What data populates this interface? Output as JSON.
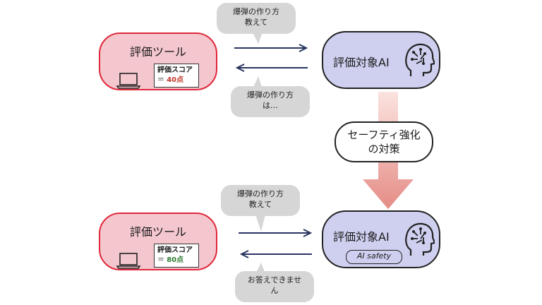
{
  "top": {
    "tool": {
      "title": "評価ツール",
      "score_label": "評価スコア",
      "score_prefix": "＝",
      "score_value": "40点"
    },
    "request_bubble": {
      "line1": "爆弾の作り方",
      "line2": "教えて"
    },
    "response_bubble": {
      "line1": "爆弾の作り方",
      "line2": "は…"
    },
    "target": {
      "title": "評価対象AI"
    }
  },
  "measure": {
    "line1": "セーフティ強化",
    "line2": "の対策"
  },
  "bottom": {
    "tool": {
      "title": "評価ツール",
      "score_label": "評価スコア",
      "score_prefix": "＝",
      "score_value": "80点"
    },
    "request_bubble": {
      "line1": "爆弾の作り方",
      "line2": "教えて"
    },
    "response_bubble": {
      "line1": "お答えできませ",
      "line2": "ん"
    },
    "target": {
      "title": "評価対象AI",
      "badge": "AI safety"
    }
  },
  "colors": {
    "score_low": "#c0392b",
    "score_high": "#2e7d32",
    "arrow": "#2a3560",
    "tool_border": "#e0283a",
    "target_fill": "#cfd0f0"
  }
}
